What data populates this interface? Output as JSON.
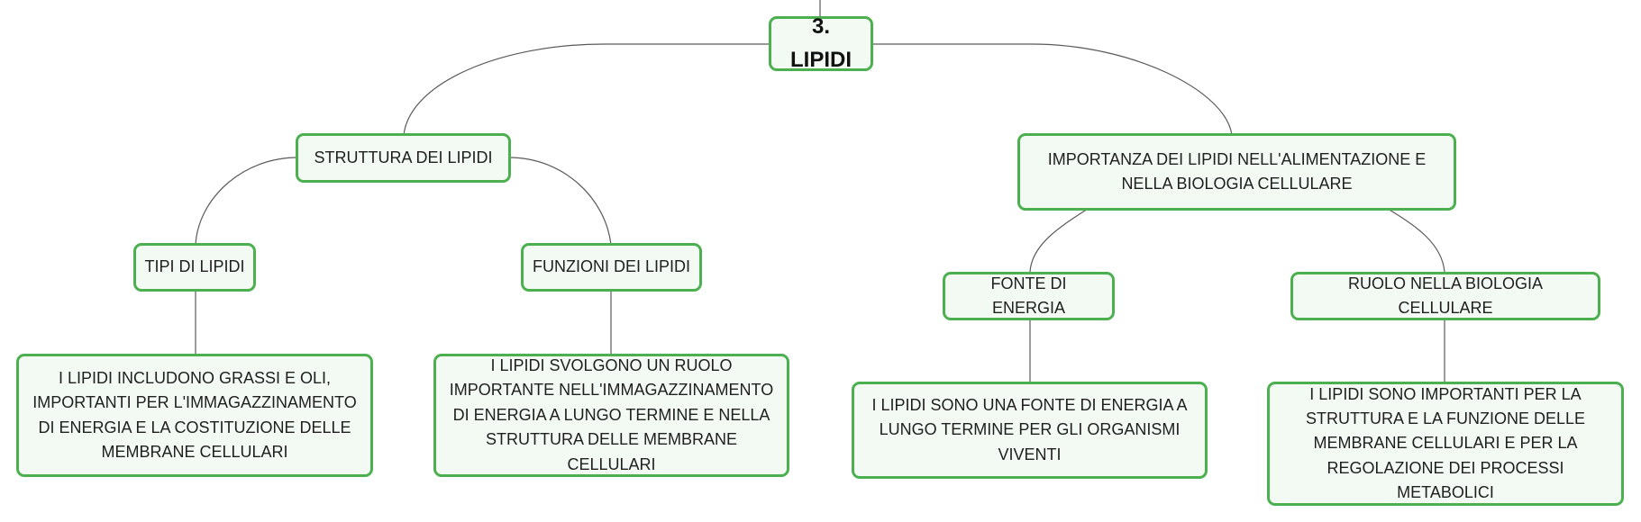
{
  "map": {
    "root": "3. LIPIDI",
    "struttura": {
      "title": "STRUTTURA DEI LIPIDI",
      "tipi": {
        "title": "TIPI DI LIPIDI",
        "detail": "I LIPIDI INCLUDONO GRASSI E OLI, IMPORTANTI PER L'IMMAGAZZINAMENTO DI ENERGIA E LA COSTITUZIONE DELLE MEMBRANE CELLULARI"
      },
      "funzioni": {
        "title": "FUNZIONI DEI LIPIDI",
        "detail": "I LIPIDI SVOLGONO UN RUOLO IMPORTANTE NELL'IMMAGAZZINAMENTO DI ENERGIA A LUNGO TERMINE E NELLA STRUTTURA DELLE MEMBRANE CELLULARI"
      }
    },
    "importanza": {
      "title": "IMPORTANZA DEI LIPIDI NELL'ALIMENTAZIONE E NELLA BIOLOGIA CELLULARE",
      "energia": {
        "title": "FONTE DI ENERGIA",
        "detail": "I LIPIDI SONO UNA FONTE DI ENERGIA A LUNGO TERMINE PER GLI ORGANISMI VIVENTI"
      },
      "ruolo": {
        "title": "RUOLO NELLA BIOLOGIA CELLULARE",
        "detail": "I LIPIDI SONO IMPORTANTI PER LA STRUTTURA E LA FUNZIONE DELLE MEMBRANE CELLULARI E PER LA REGOLAZIONE DEI PROCESSI METABOLICI"
      }
    }
  },
  "colors": {
    "node_border": "#4caf50",
    "node_fill": "#f3faf3",
    "connector": "#5a5a5a"
  }
}
